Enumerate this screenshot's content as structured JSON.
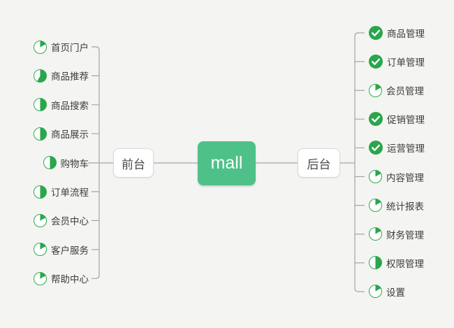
{
  "root": {
    "label": "mall"
  },
  "branches": [
    {
      "side": "left",
      "label": "前台",
      "children": [
        {
          "label": "首页门户",
          "icon": "pie-progress",
          "percent": 17
        },
        {
          "label": "商品推荐",
          "icon": "pie-progress",
          "percent": 58
        },
        {
          "label": "商品搜索",
          "icon": "pie-progress",
          "percent": 50
        },
        {
          "label": "商品展示",
          "icon": "pie-progress",
          "percent": 50
        },
        {
          "label": "购物车",
          "icon": "pie-progress",
          "percent": 50
        },
        {
          "label": "订单流程",
          "icon": "pie-progress",
          "percent": 50
        },
        {
          "label": "会员中心",
          "icon": "pie-progress",
          "percent": 17
        },
        {
          "label": "客户服务",
          "icon": "pie-progress",
          "percent": 17
        },
        {
          "label": "帮助中心",
          "icon": "pie-progress",
          "percent": 17
        }
      ]
    },
    {
      "side": "right",
      "label": "后台",
      "children": [
        {
          "label": "商品管理",
          "icon": "check-done"
        },
        {
          "label": "订单管理",
          "icon": "check-done"
        },
        {
          "label": "会员管理",
          "icon": "pie-progress",
          "percent": 17
        },
        {
          "label": "促销管理",
          "icon": "check-done"
        },
        {
          "label": "运营管理",
          "icon": "check-done"
        },
        {
          "label": "内容管理",
          "icon": "pie-progress",
          "percent": 17
        },
        {
          "label": "统计报表",
          "icon": "pie-progress",
          "percent": 17
        },
        {
          "label": "财务管理",
          "icon": "pie-progress",
          "percent": 17
        },
        {
          "label": "权限管理",
          "icon": "pie-progress",
          "percent": 50
        },
        {
          "label": "设置",
          "icon": "pie-progress",
          "percent": 17
        }
      ]
    }
  ],
  "colors": {
    "background": "#f4f4f2",
    "root_bg": "#4ec189",
    "root_text": "#ffffff",
    "icon_green": "#2aa64c",
    "pie_ring_green": "#2dab51",
    "line": "#a5a5a3",
    "leaf_text": "#3c3c3c",
    "node_border": "#d9d9d6",
    "node_bg": "#ffffff",
    "node_text": "#4a4a4a"
  }
}
